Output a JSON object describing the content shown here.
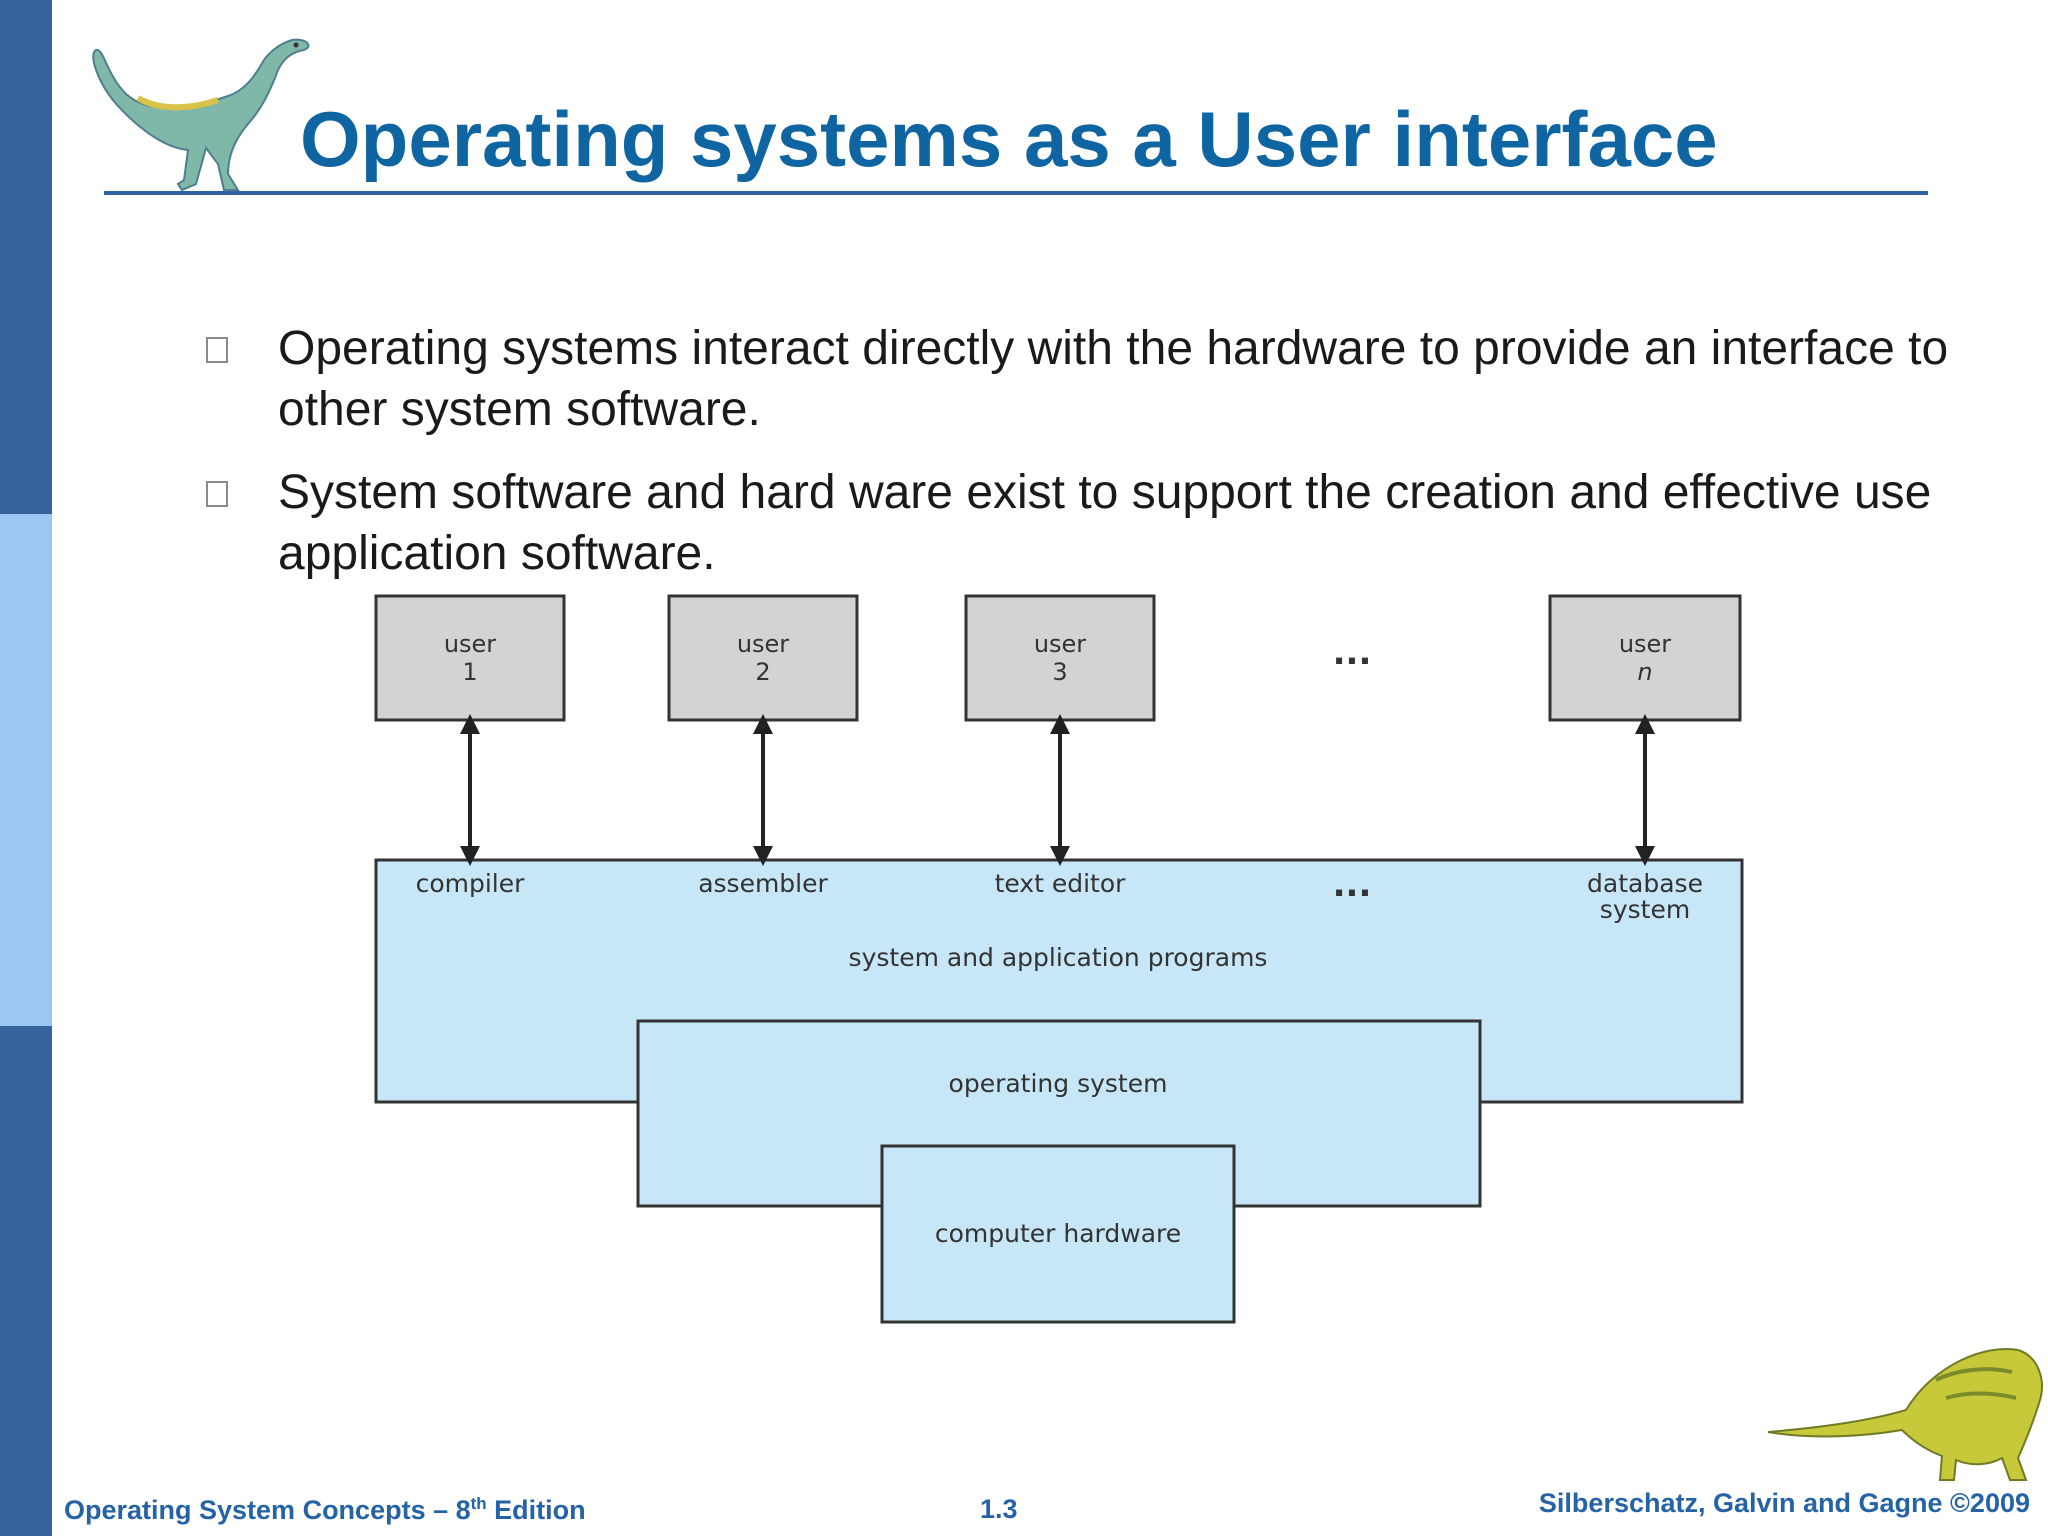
{
  "slide": {
    "title": "Operating systems as a User interface",
    "bullets": [
      "Operating systems interact directly with the hardware to provide an interface to other system software.",
      "System software and hard ware exist to support the creation and effective use application software."
    ]
  },
  "diagram": {
    "users": [
      {
        "label": "user",
        "number": "1"
      },
      {
        "label": "user",
        "number": "2"
      },
      {
        "label": "user",
        "number": "3"
      },
      {
        "label": "user",
        "number": "n"
      }
    ],
    "ellipsis": "...",
    "programs": [
      "compiler",
      "assembler",
      "text editor",
      "database",
      "system"
    ],
    "programs_layer": "system and application programs",
    "os_layer": "operating system",
    "hardware_layer": "computer hardware"
  },
  "footer": {
    "left_prefix": "Operating System Concepts – 8",
    "left_sup": "th",
    "left_suffix": " Edition",
    "center": "1.3",
    "right": "Silberschatz, Galvin and Gagne ©2009"
  },
  "colors": {
    "title": "#0f64a2",
    "sidebar_dark": "#34649b",
    "sidebar_light": "#9cc6f4",
    "box_user": "#d3d3d3",
    "box_layer": "#c7e6f7",
    "footer": "#2563a6"
  }
}
